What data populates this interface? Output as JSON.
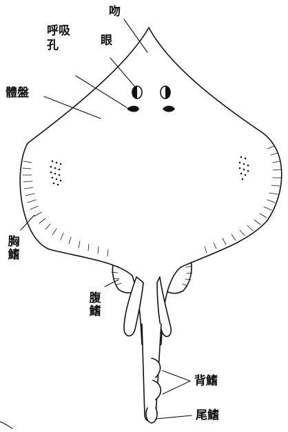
{
  "labels": {
    "snout": "吻",
    "eye": "眼",
    "spiracle": [
      "呼",
      "吸",
      "孔"
    ],
    "disc": "體盤",
    "pectoral_fin": [
      "胸",
      "鰭"
    ],
    "pelvic_fin": [
      "腹",
      "鰭"
    ],
    "dorsal_fin": "背鰭",
    "caudal_fin": "尾鰭"
  }
}
